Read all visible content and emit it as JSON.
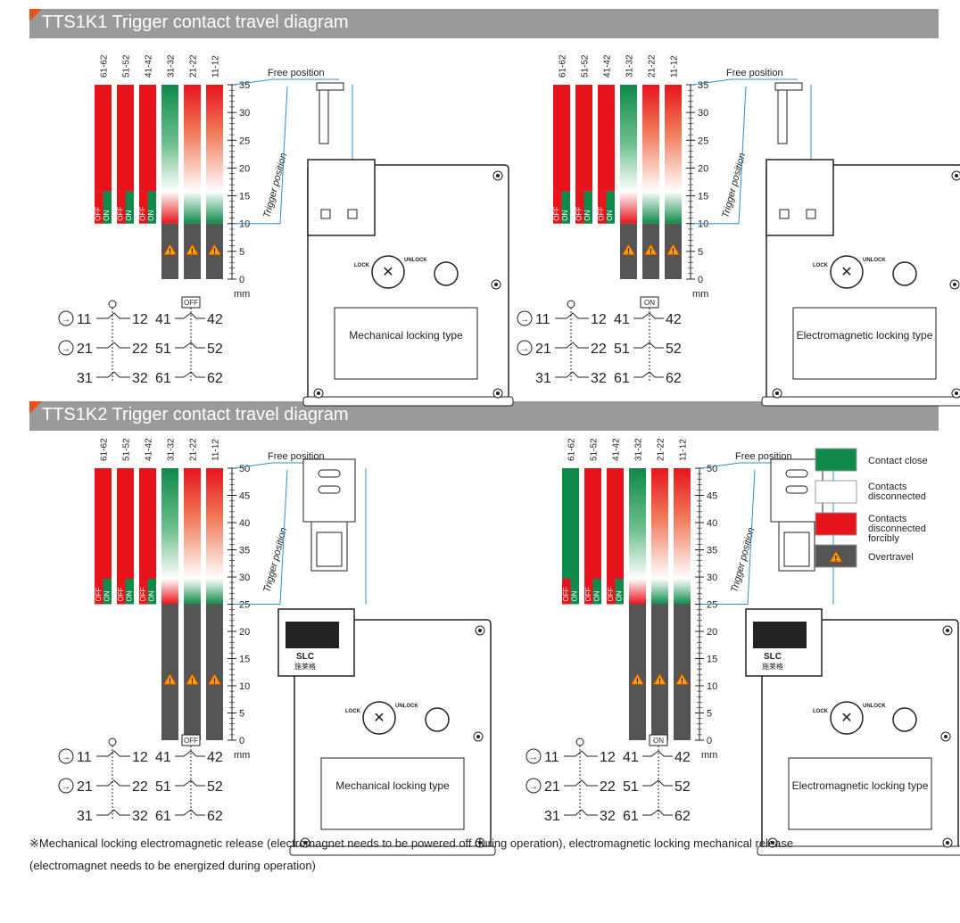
{
  "sections": [
    {
      "title": "TTS1K1 Trigger contact travel diagram"
    },
    {
      "title": "TTS1K2 Trigger contact travel diagram"
    }
  ],
  "columns": [
    "61-62",
    "51-52",
    "41-42",
    "31-32",
    "21-22",
    "11-12"
  ],
  "switch_labels": {
    "off": "OFF",
    "on": "ON"
  },
  "free_position": "Free position",
  "trigger_position": "Trigger position",
  "unit": "mm",
  "lock": "LOCK",
  "unlock": "UNLOCK",
  "brand": "SLC",
  "brand_sub": "施莱格",
  "panels": [
    {
      "box": "Mechanical locking type",
      "state": "OFF",
      "ticks": [
        "35",
        "30",
        "25",
        "20",
        "15",
        "10",
        "5",
        "0"
      ],
      "colors": [
        "red",
        "red",
        "red",
        "green",
        "red",
        "red"
      ],
      "circuit": [
        "11",
        "12",
        "41",
        "42",
        "21",
        "22",
        "51",
        "52",
        "31",
        "32",
        "61",
        "62"
      ]
    },
    {
      "box": "Electromagnetic locking type",
      "state": "ON",
      "ticks": [
        "35",
        "30",
        "25",
        "20",
        "15",
        "10",
        "5",
        "0"
      ],
      "colors": [
        "red",
        "red",
        "red",
        "green",
        "red",
        "red"
      ],
      "circuit": [
        "11",
        "12",
        "41",
        "42",
        "21",
        "22",
        "51",
        "52",
        "31",
        "32",
        "61",
        "62"
      ]
    },
    {
      "box": "Mechanical locking type",
      "state": "OFF",
      "ticks": [
        "50",
        "45",
        "40",
        "35",
        "30",
        "25",
        "20",
        "15",
        "10",
        "5",
        "0"
      ],
      "colors": [
        "red",
        "red",
        "red",
        "green",
        "red",
        "red"
      ],
      "circuit": [
        "11",
        "12",
        "41",
        "42",
        "21",
        "22",
        "51",
        "52",
        "31",
        "32",
        "61",
        "62"
      ]
    },
    {
      "box": "Electromagnetic locking type",
      "state": "ON",
      "ticks": [
        "50",
        "45",
        "40",
        "35",
        "30",
        "25",
        "20",
        "15",
        "10",
        "5",
        "0"
      ],
      "colors": [
        "green",
        "red",
        "red",
        "green",
        "red",
        "red"
      ],
      "circuit": [
        "11",
        "12",
        "41",
        "42",
        "21",
        "22",
        "51",
        "52",
        "31",
        "32",
        "61",
        "62"
      ]
    }
  ],
  "legend": [
    {
      "label": "Contact close",
      "color": "#0f8a4a"
    },
    {
      "label": "Contacts disconnected",
      "color": "#ffffff"
    },
    {
      "label": "Contacts disconnected forcibly",
      "color": "#e8141c"
    },
    {
      "label": "Overtravel",
      "color": "#555555"
    }
  ],
  "note_line1": "※Mechanical locking electromagnetic release (electromagnet needs to be powered off during operation), electromagnetic locking mechanical release",
  "note_line2": "(electromagnet needs to be energized during operation)"
}
